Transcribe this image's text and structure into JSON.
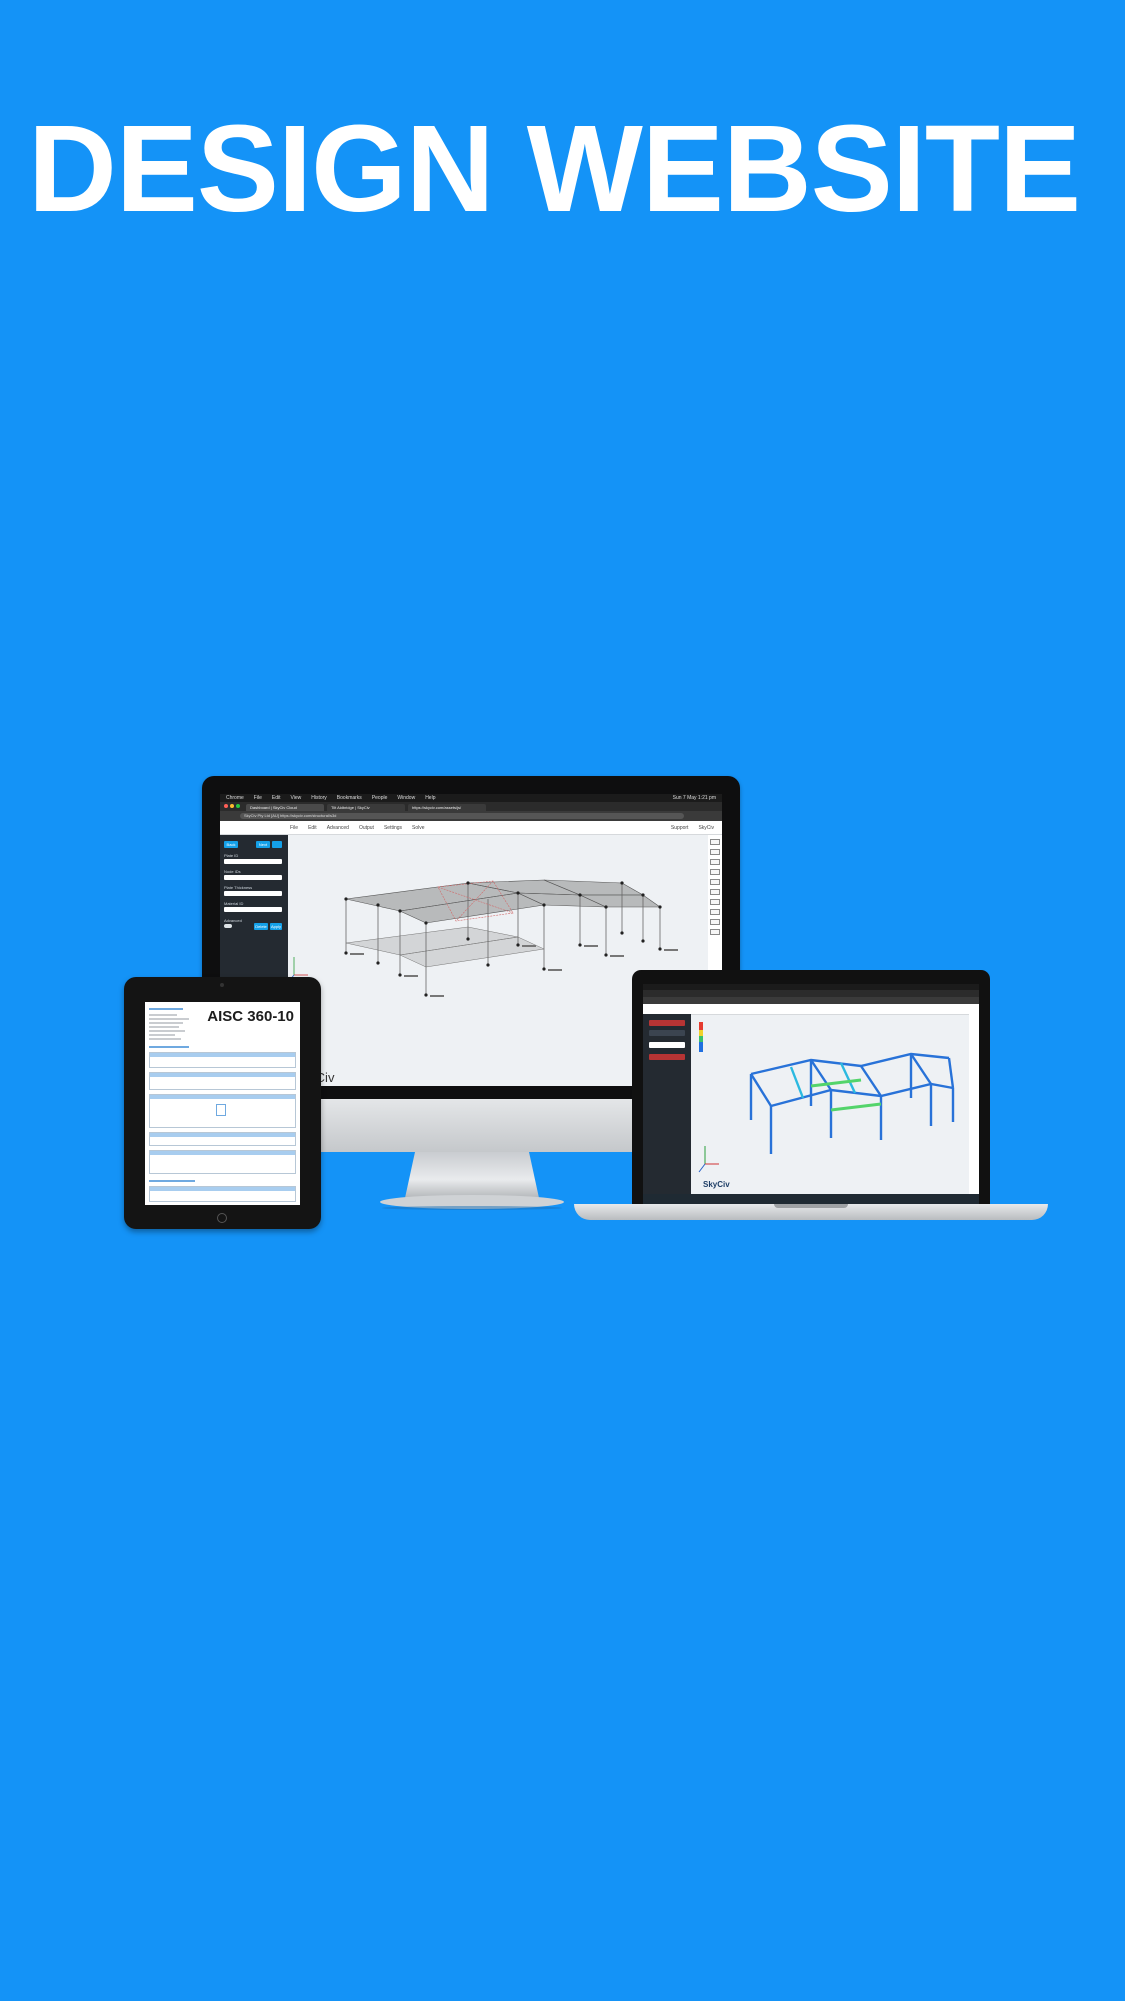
{
  "headline": "DESIGN WEBSITE",
  "colors": {
    "background": "#1493f7",
    "headline": "#ffffff",
    "app_accent": "#14a0e8",
    "app_panel": "#242a31"
  },
  "monitor": {
    "menubar": {
      "app": "Chrome",
      "items": [
        "File",
        "Edit",
        "View",
        "History",
        "Bookmarks",
        "People",
        "Window",
        "Help"
      ],
      "clock": "Sun 7 May 1:21 pm"
    },
    "tabs": [
      "Dashboard | SkyCiv Cloud",
      "Tilt Aldbridge | SkyCiv",
      "https://skyciv.com/assets/js/"
    ],
    "url": "SkyCiv Pty Ltd [AU]   https://skyciv.com/structural/s3d",
    "toolbar": {
      "items": [
        "File",
        "Edit",
        "Advanced",
        "Output",
        "Settings",
        "Solve"
      ],
      "support": "Support",
      "user": "SkyCiv"
    },
    "panel": {
      "btn_back": "Back",
      "btn_next": "Next",
      "fields": [
        "Plate ID",
        "Node IDs",
        "Plate Thickness",
        "Material ID"
      ],
      "toggle_label": "Advanced",
      "btn_delete": "Delete",
      "btn_apply": "Apply"
    },
    "brand": "SkyCiv"
  },
  "tablet": {
    "report_title": "AISC 360-10"
  },
  "laptop": {
    "brand": "SkyCiv"
  }
}
